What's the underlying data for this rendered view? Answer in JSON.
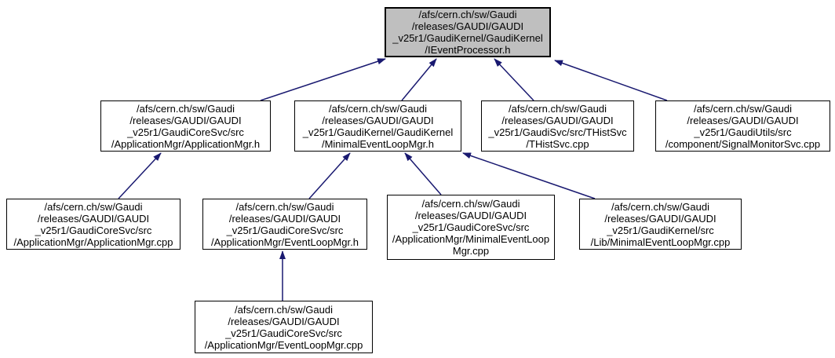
{
  "diagram": {
    "type": "include-dependency-graph",
    "colors": {
      "edge": "#191970",
      "node_border": "#000000",
      "node_fill": "#ffffff",
      "root_fill": "#bfbfbf",
      "text": "#000000",
      "background": "#ffffff"
    }
  },
  "nodes": [
    {
      "id": "IEventProcessor.h",
      "label": "/afs/cern.ch/sw/Gaudi\n/releases/GAUDI/GAUDI\n_v25r1/GaudiKernel/GaudiKernel\n/IEventProcessor.h"
    },
    {
      "id": "ApplicationMgr.h",
      "label": "/afs/cern.ch/sw/Gaudi\n/releases/GAUDI/GAUDI\n_v25r1/GaudiCoreSvc/src\n/ApplicationMgr/ApplicationMgr.h"
    },
    {
      "id": "MinimalEventLoopMgr.h",
      "label": "/afs/cern.ch/sw/Gaudi\n/releases/GAUDI/GAUDI\n_v25r1/GaudiKernel/GaudiKernel\n/MinimalEventLoopMgr.h"
    },
    {
      "id": "THistSvc.cpp",
      "label": "/afs/cern.ch/sw/Gaudi\n/releases/GAUDI/GAUDI\n_v25r1/GaudiSvc/src/THistSvc\n/THistSvc.cpp"
    },
    {
      "id": "SignalMonitorSvc.cpp",
      "label": "/afs/cern.ch/sw/Gaudi\n/releases/GAUDI/GAUDI\n_v25r1/GaudiUtils/src\n/component/SignalMonitorSvc.cpp"
    },
    {
      "id": "ApplicationMgr.cpp",
      "label": "/afs/cern.ch/sw/Gaudi\n/releases/GAUDI/GAUDI\n_v25r1/GaudiCoreSvc/src\n/ApplicationMgr/ApplicationMgr.cpp"
    },
    {
      "id": "EventLoopMgr.h",
      "label": "/afs/cern.ch/sw/Gaudi\n/releases/GAUDI/GAUDI\n_v25r1/GaudiCoreSvc/src\n/ApplicationMgr/EventLoopMgr.h"
    },
    {
      "id": "MinimalEventLoopMgr.cpp",
      "label": "/afs/cern.ch/sw/Gaudi\n/releases/GAUDI/GAUDI\n_v25r1/GaudiCoreSvc/src\n/ApplicationMgr/MinimalEventLoop\nMgr.cpp"
    },
    {
      "id": "Lib/MinimalEventLoopMgr.cpp",
      "label": "/afs/cern.ch/sw/Gaudi\n/releases/GAUDI/GAUDI\n_v25r1/GaudiKernel/src\n/Lib/MinimalEventLoopMgr.cpp"
    },
    {
      "id": "EventLoopMgr.cpp",
      "label": "/afs/cern.ch/sw/Gaudi\n/releases/GAUDI/GAUDI\n_v25r1/GaudiCoreSvc/src\n/ApplicationMgr/EventLoopMgr.cpp"
    }
  ],
  "edges": [
    {
      "from": "ApplicationMgr.h",
      "to": "IEventProcessor.h"
    },
    {
      "from": "MinimalEventLoopMgr.h",
      "to": "IEventProcessor.h"
    },
    {
      "from": "THistSvc.cpp",
      "to": "IEventProcessor.h"
    },
    {
      "from": "SignalMonitorSvc.cpp",
      "to": "IEventProcessor.h"
    },
    {
      "from": "ApplicationMgr.cpp",
      "to": "ApplicationMgr.h"
    },
    {
      "from": "EventLoopMgr.h",
      "to": "MinimalEventLoopMgr.h"
    },
    {
      "from": "MinimalEventLoopMgr.cpp",
      "to": "MinimalEventLoopMgr.h"
    },
    {
      "from": "Lib/MinimalEventLoopMgr.cpp",
      "to": "MinimalEventLoopMgr.h"
    },
    {
      "from": "EventLoopMgr.cpp",
      "to": "EventLoopMgr.h"
    }
  ]
}
